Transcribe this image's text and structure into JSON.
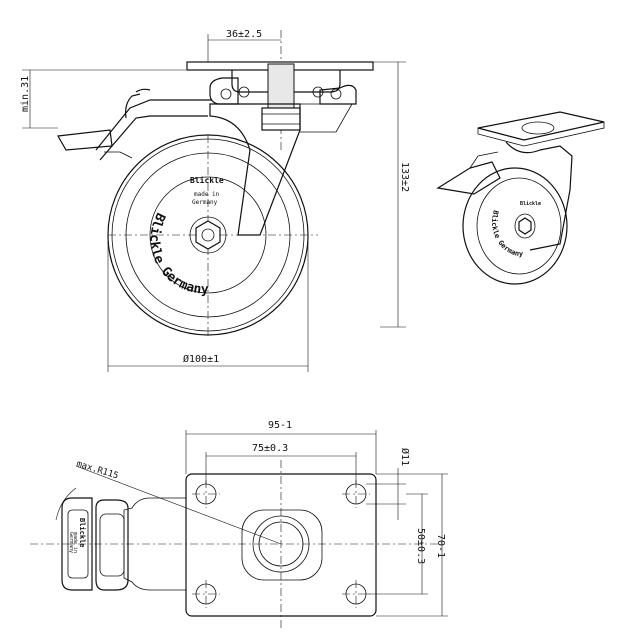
{
  "colors": {
    "line": "#111111",
    "background": "#ffffff",
    "hatch": "#e8e8e8"
  },
  "side_view": {
    "dimensions": {
      "mounting_hole_offset": "36±2.5",
      "min_height": "min.31",
      "total_height": "133±2",
      "wheel_diameter": "Ø100±1"
    },
    "wheel_text": {
      "brand": "Blickle",
      "made_in_line1": "made in",
      "made_in_line2": "Germany",
      "arc_text": "Blickle Germany"
    }
  },
  "plan_view": {
    "dimensions": {
      "plate_width": "95-1",
      "hole_spacing_x": "75±0.3",
      "hole_diameter": "Ø11",
      "hole_spacing_y": "50±0.3",
      "plate_depth": "70-1",
      "max_radius": "max.R115"
    },
    "wheel_text": {
      "brand": "Blickle",
      "made_in_line1": "made in",
      "made_in_line2": "Germany"
    }
  },
  "iso_view": {
    "wheel_text": {
      "brand": "Blickle",
      "arc_text": "Blickle Germany"
    }
  }
}
